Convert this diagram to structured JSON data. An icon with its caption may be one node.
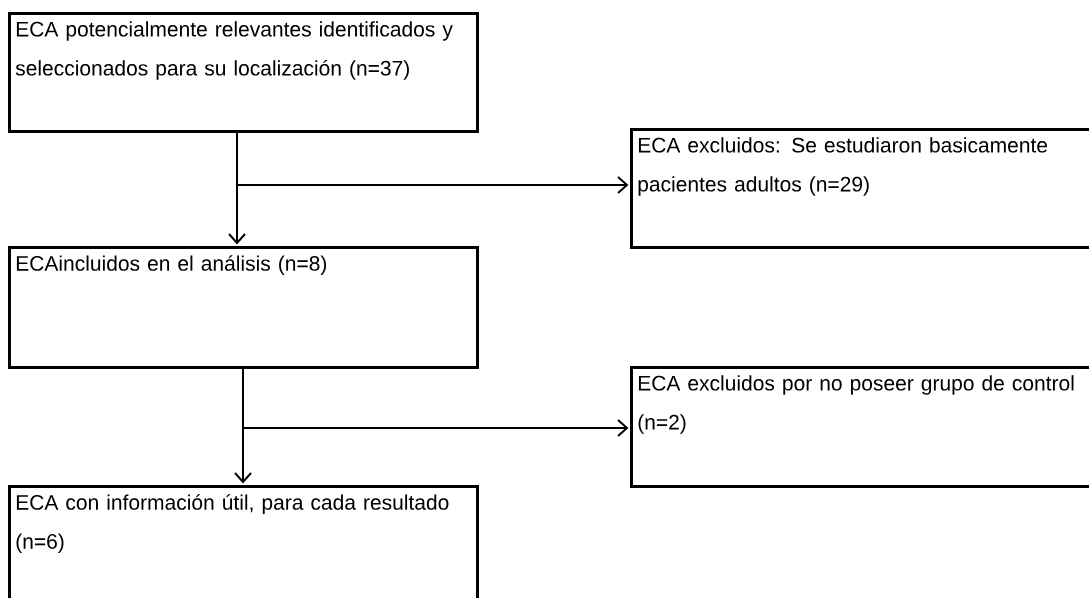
{
  "diagram": {
    "nodes": [
      {
        "text": [
          "ECA potencialmente relevantes identificados y seleccionados para su localización (n=37)"
        ]
      },
      {
        "text": [
          "ECA excluidos: Se estudiaron basicamente pacientes adultos (n=29)"
        ]
      },
      {
        "text": [
          "ECAincluidos en el análisis (n=8)"
        ]
      },
      {
        "text": [
          "ECA excluidos  por no poseer grupo de control (n=2)"
        ]
      },
      {
        "text": [
          "ECA con información útil, para cada resultado (n=6)"
        ]
      }
    ],
    "edges": [
      {
        "from": 0,
        "to": 2,
        "arrow": "to"
      },
      {
        "from": 0,
        "to": 1,
        "arrow": "to"
      },
      {
        "from": 2,
        "to": 4,
        "arrow": "to"
      },
      {
        "from": 2,
        "to": 3,
        "arrow": "to"
      }
    ]
  }
}
